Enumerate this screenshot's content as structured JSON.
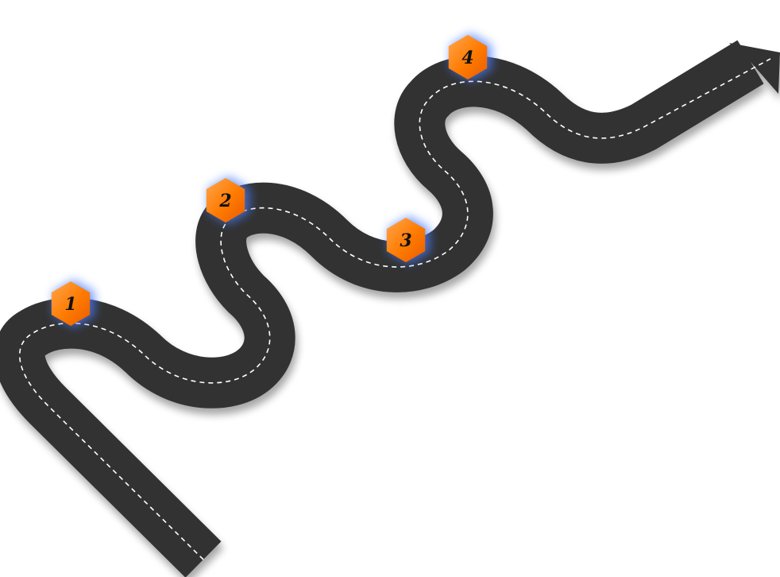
{
  "colors": {
    "road": "#333333",
    "lane_marking": "#ffffff",
    "marker_light": "#ffa64d",
    "marker_mid": "#ff7a00",
    "marker_dark": "#e85d00",
    "marker_glow": "#4a7dff",
    "marker_text": "#111111"
  },
  "road": {
    "name": "winding-road",
    "end": "arrow"
  },
  "markers": [
    {
      "label": "1"
    },
    {
      "label": "2"
    },
    {
      "label": "3"
    },
    {
      "label": "4"
    }
  ]
}
